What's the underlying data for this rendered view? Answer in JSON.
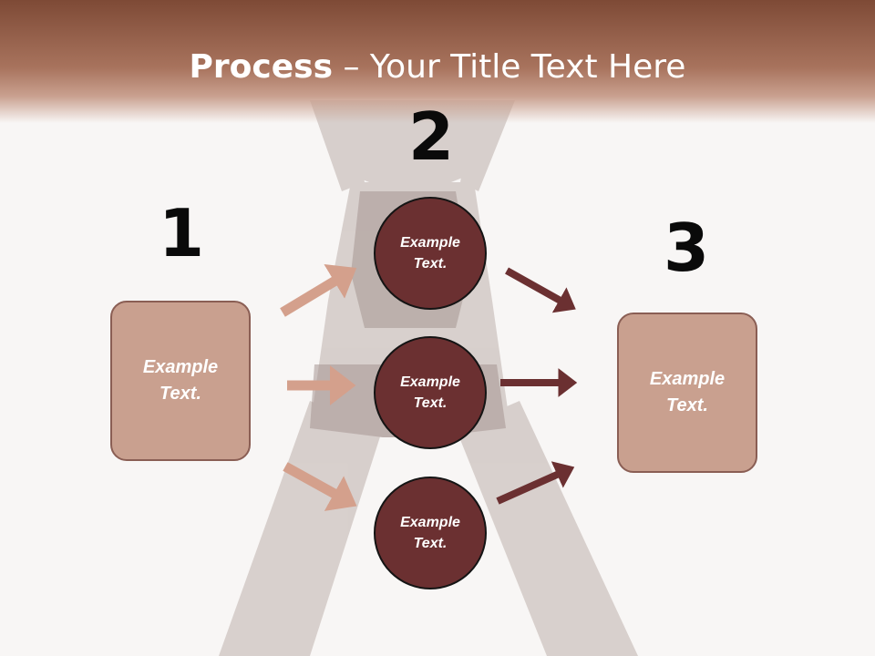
{
  "title": {
    "bold": "Process",
    "rest": " – Your Title Text Here"
  },
  "steps": [
    {
      "number": "1",
      "label": "Example Text."
    },
    {
      "number": "2",
      "label": "Example Text."
    },
    {
      "number": "3",
      "label": "Example Text."
    }
  ],
  "circles": [
    {
      "label": "Example Text."
    },
    {
      "label": "Example Text."
    },
    {
      "label": "Example Text."
    }
  ],
  "colors": {
    "header": "#8a5646",
    "box_fill": "#c9a08f",
    "circle_fill": "#6b3031",
    "arrow_light": "#d4a08c",
    "arrow_dark": "#6b3031"
  }
}
